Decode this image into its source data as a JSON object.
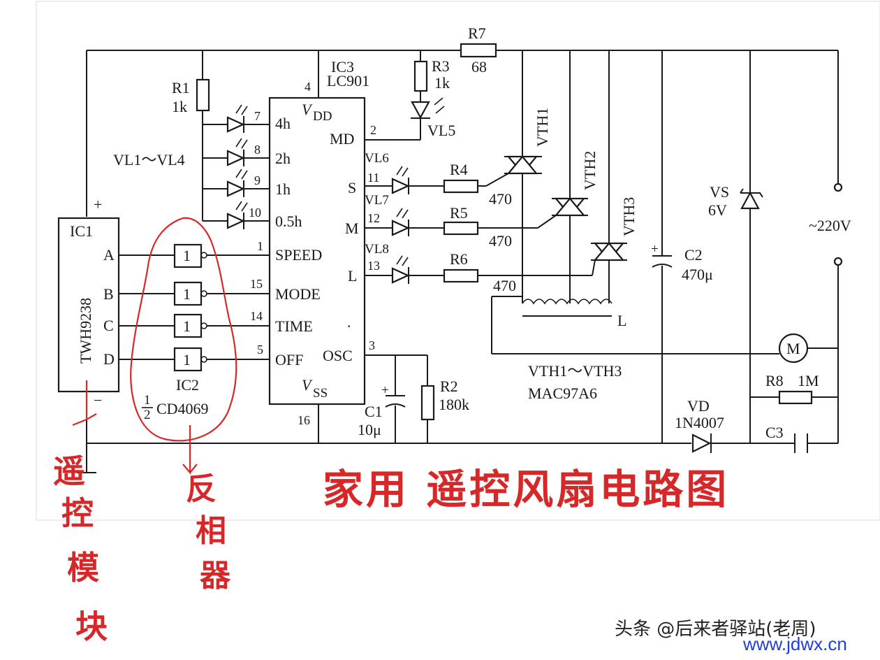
{
  "title": "家用 遥控风扇电路图",
  "annotations": {
    "remote_module": [
      "遥",
      "控",
      "模",
      "块"
    ],
    "inverter": [
      "反",
      "相",
      "器"
    ]
  },
  "watermark": {
    "text": "头条 @后来者驿站(老周)",
    "url": "www.jdwx.cn"
  },
  "ic1": {
    "ref": "IC1",
    "part": "TWH9238",
    "pins": [
      "A",
      "B",
      "C",
      "D"
    ],
    "plus": "+",
    "minus": "−"
  },
  "ic2": {
    "ref": "IC2",
    "part": "CD4069",
    "fraction_num": "1",
    "fraction_den": "2",
    "gate_label": "1"
  },
  "ic3": {
    "ref": "IC3",
    "part": "LC901",
    "vdd": "V",
    "vdd_sub": "DD",
    "vss": "V",
    "vss_sub": "SS",
    "pin_vdd": "4",
    "pin_vss": "16",
    "dot": "·",
    "left_pins": [
      {
        "num": "7",
        "name": "4h"
      },
      {
        "num": "8",
        "name": "2h"
      },
      {
        "num": "9",
        "name": "1h"
      },
      {
        "num": "10",
        "name": "0.5h"
      },
      {
        "num": "1",
        "name": "SPEED"
      },
      {
        "num": "15",
        "name": "MODE"
      },
      {
        "num": "14",
        "name": "TIME"
      },
      {
        "num": "5",
        "name": "OFF"
      }
    ],
    "right_pins": [
      {
        "num": "2",
        "name": "MD"
      },
      {
        "num": "11",
        "name": "S"
      },
      {
        "num": "12",
        "name": "M"
      },
      {
        "num": "13",
        "name": "L"
      },
      {
        "num": "3",
        "name": "OSC"
      }
    ]
  },
  "components": {
    "r1": {
      "ref": "R1",
      "value": "1k"
    },
    "r2": {
      "ref": "R2",
      "value": "180k"
    },
    "r3": {
      "ref": "R3",
      "value": "1k"
    },
    "r4": {
      "ref": "R4",
      "value": "470"
    },
    "r5": {
      "ref": "R5",
      "value": "470"
    },
    "r6": {
      "ref": "R6",
      "value": "470"
    },
    "r7": {
      "ref": "R7",
      "value": "68"
    },
    "r8": {
      "ref": "R8",
      "value": "1M"
    },
    "c1": {
      "ref": "C1",
      "value": "10μ"
    },
    "c2": {
      "ref": "C2",
      "value": "470μ"
    },
    "c3": {
      "ref": "C3"
    },
    "vl1_4": "VL1～VL4",
    "vl5": "VL5",
    "vl6": "VL6",
    "vl7": "VL7",
    "vl8": "VL8",
    "vth1": "VTH1",
    "vth2": "VTH2",
    "vth3": "VTH3",
    "vth_range": "VTH1～VTH3",
    "vth_part": "MAC97A6",
    "vs": {
      "ref": "VS",
      "value": "6V"
    },
    "vd": {
      "ref": "VD",
      "value": "1N4007"
    },
    "mains": "~220V",
    "motor": "M",
    "winding": "L"
  }
}
